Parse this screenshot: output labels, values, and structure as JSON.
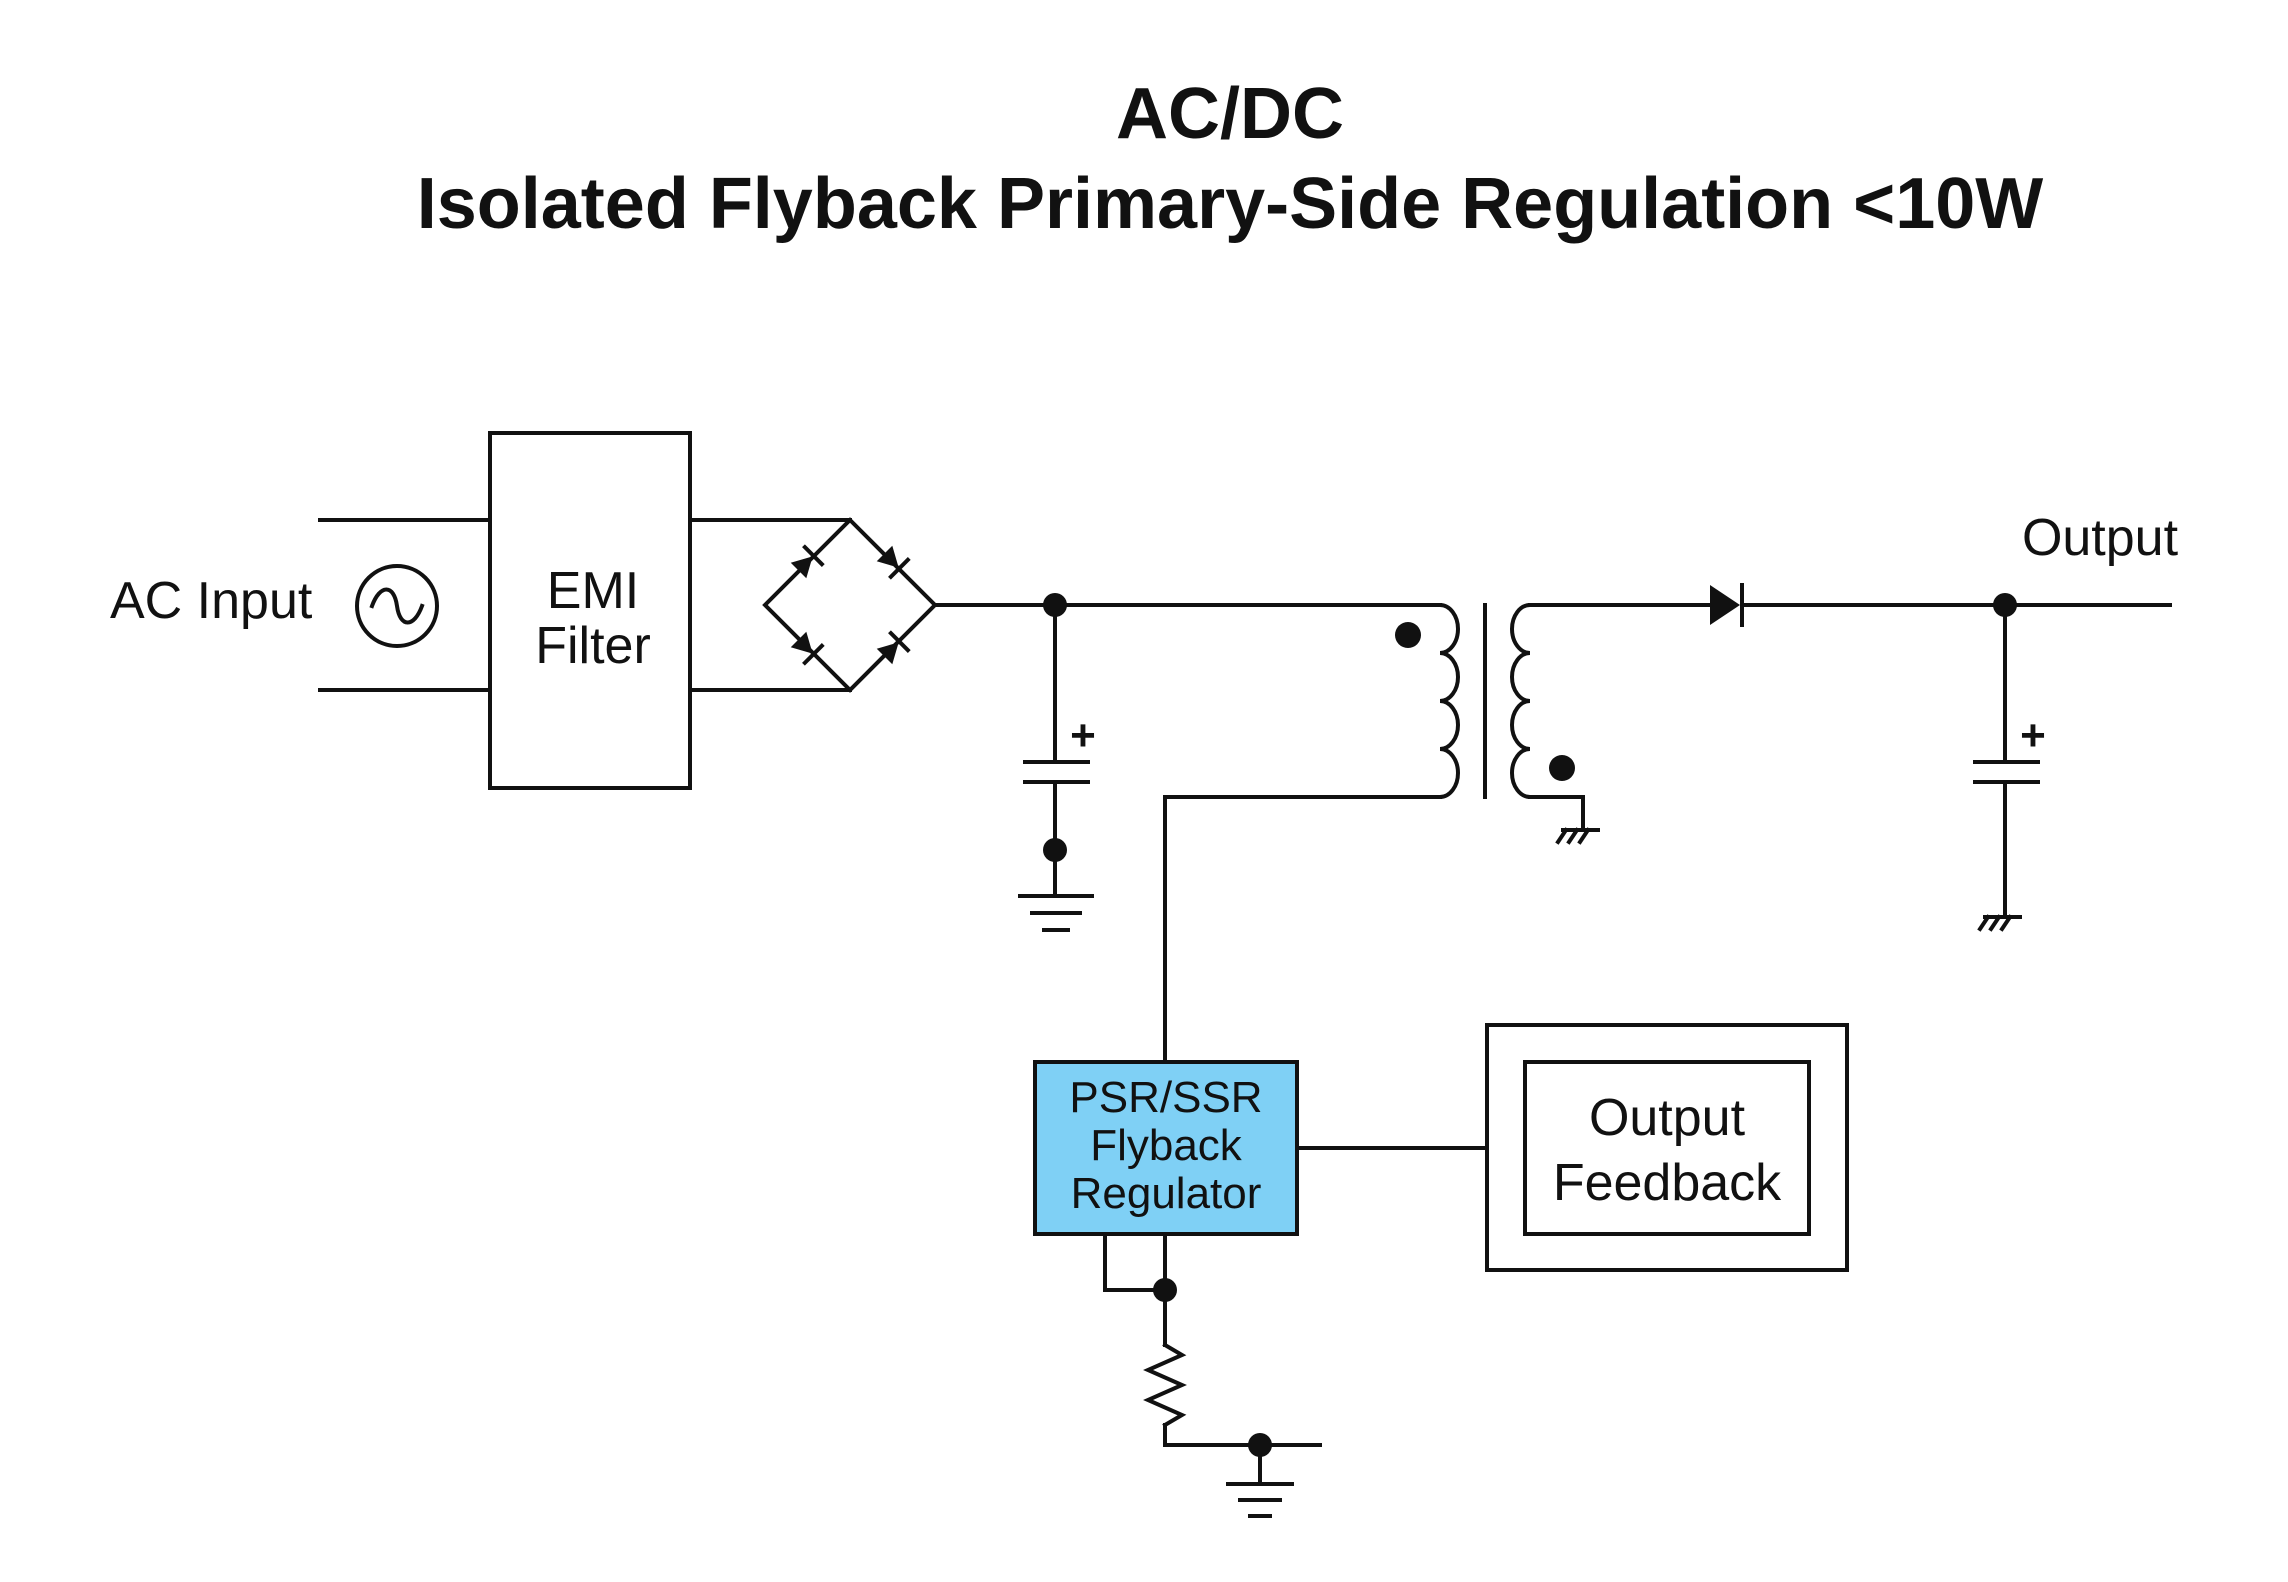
{
  "title": {
    "line1": "AC/DC",
    "line2": "Isolated Flyback Primary-Side Regulation <10W"
  },
  "labels": {
    "ac_input": "AC Input",
    "emi_filter_line1": "EMI",
    "emi_filter_line2": "Filter",
    "output": "Output",
    "regulator_line1": "PSR/SSR",
    "regulator_line2": "Flyback",
    "regulator_line3": "Regulator",
    "feedback_line1": "Output",
    "feedback_line2": "Feedback",
    "cap_polarity": "+"
  },
  "colors": {
    "line": "#111111",
    "regulator_fill": "#7fd0f5",
    "background": "#ffffff"
  },
  "icons": {
    "ac_source": "ac-source-symbol",
    "bridge": "bridge-rectifier-symbol",
    "transformer": "transformer-symbol",
    "diode": "diode-symbol",
    "capacitor": "polarized-capacitor-symbol",
    "resistor": "resistor-symbol",
    "ground": "ground-symbol",
    "chassis_ground": "chassis-ground-symbol"
  }
}
